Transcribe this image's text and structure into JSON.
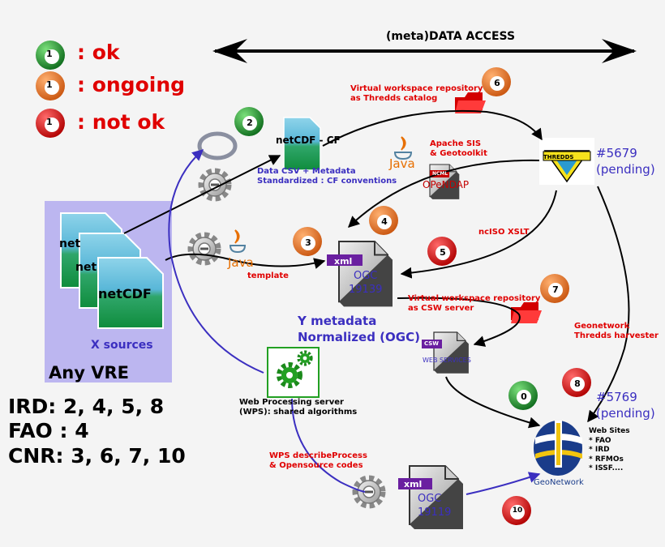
{
  "title": "(meta)DATA ACCESS",
  "legend": {
    "ok": {
      "ball": "1",
      "label": ": ok",
      "color": "#1e8c2a"
    },
    "ongoing": {
      "ball": "1",
      "label": ": ongoing",
      "color": "#e0681a"
    },
    "not_ok": {
      "ball": "1",
      "label": ": not ok",
      "color": "#d00000"
    }
  },
  "steps": [
    {
      "number": "2",
      "status": "ok"
    },
    {
      "number": "6",
      "status": "ongoing"
    },
    {
      "number": "4",
      "status": "ongoing"
    },
    {
      "number": "3",
      "status": "ongoing"
    },
    {
      "number": "5",
      "status": "not_ok"
    },
    {
      "number": "7",
      "status": "ongoing"
    },
    {
      "number": "8",
      "status": "not_ok"
    },
    {
      "number": "0",
      "status": "ok"
    },
    {
      "number": "10",
      "status": "not_ok"
    }
  ],
  "labels": {
    "net1": "net",
    "net2": "net",
    "netcdf": "netCDF",
    "x_sources": "X sources",
    "any_vre": "Any VRE",
    "netcdf_cf": "netCDF - CF",
    "cf1": "Data CSV + Metadata",
    "cf2": "Standardized : CF conventions",
    "thredds_repo1": "Virtual workspace repository",
    "thredds_repo2": "as Thredds catalog",
    "sis1": "Apache SIS",
    "sis2": "& Geotoolkit",
    "java": "Java",
    "ncml": "NCML",
    "opendap": "OPeNDAP",
    "thredds": "THREDDS",
    "issue1": "#5679",
    "issue2": "#5769",
    "pending": "(pending)",
    "template": "template",
    "nciso": "ncISO XSLT",
    "xml": "xml",
    "ogc": "OGC",
    "n19139": "19139",
    "n19119": "19119",
    "ymeta1": "Y metadata",
    "ymeta2": "Normalized (OGC)",
    "csw_repo1": "Virtual workspace repository",
    "csw_repo2": "as CSW server",
    "csw": "CSW",
    "web_services": "WEB SERVICES",
    "gn_h1": "Geonetwork",
    "gn_h2": "Thredds harvester",
    "wps1": "Web Processing server",
    "wps2": "(WPS): shared algorithms",
    "wpsd1": "WPS describeProcess",
    "wpsd2": "& Opensource codes",
    "geonetwork": "GeoNetwork"
  },
  "partners": {
    "ird": "IRD: 2, 4, 5, 8",
    "fao": "FAO : 4",
    "cnr": "CNR: 3, 6, 7, 10"
  },
  "websites": {
    "title": "Web Sites",
    "items": [
      "* FAO",
      "* IRD",
      "* RFMOs",
      "* ISSF...."
    ]
  },
  "icons": [
    "r-logo-icon",
    "gear-icon",
    "java-icon",
    "folder-icon",
    "thredds-logo",
    "geonetwork-logo",
    "opendap-document-icon"
  ]
}
